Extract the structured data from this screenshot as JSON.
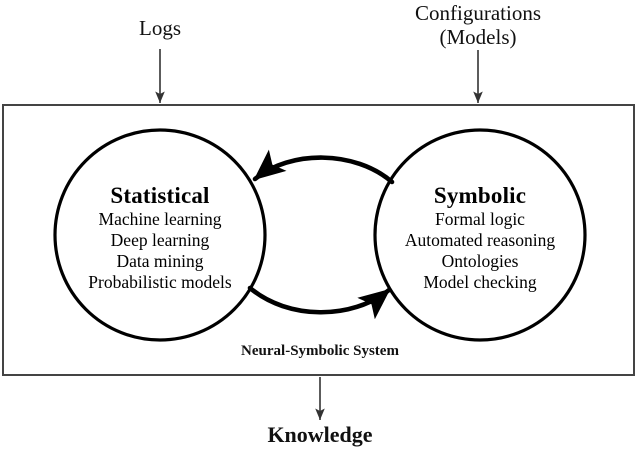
{
  "diagram": {
    "title_label": "Neural-Symbolic System",
    "inputs": [
      {
        "name": "logs",
        "label": "Logs"
      },
      {
        "name": "configurations",
        "label_line1": "Configurations",
        "label_line2": "(Models)"
      }
    ],
    "nodes": [
      {
        "name": "statistical",
        "title": "Statistical",
        "items": [
          "Machine learning",
          "Deep learning",
          "Data mining",
          "Probabilistic models"
        ]
      },
      {
        "name": "symbolic",
        "title": "Symbolic",
        "items": [
          "Formal logic",
          "Automated reasoning",
          "Ontologies",
          "Model checking"
        ]
      }
    ],
    "output": {
      "name": "knowledge",
      "label": "Knowledge"
    },
    "colors": {
      "stroke": "#000000",
      "box_border": "#444444",
      "background": "#ffffff",
      "text": "#111111"
    }
  }
}
